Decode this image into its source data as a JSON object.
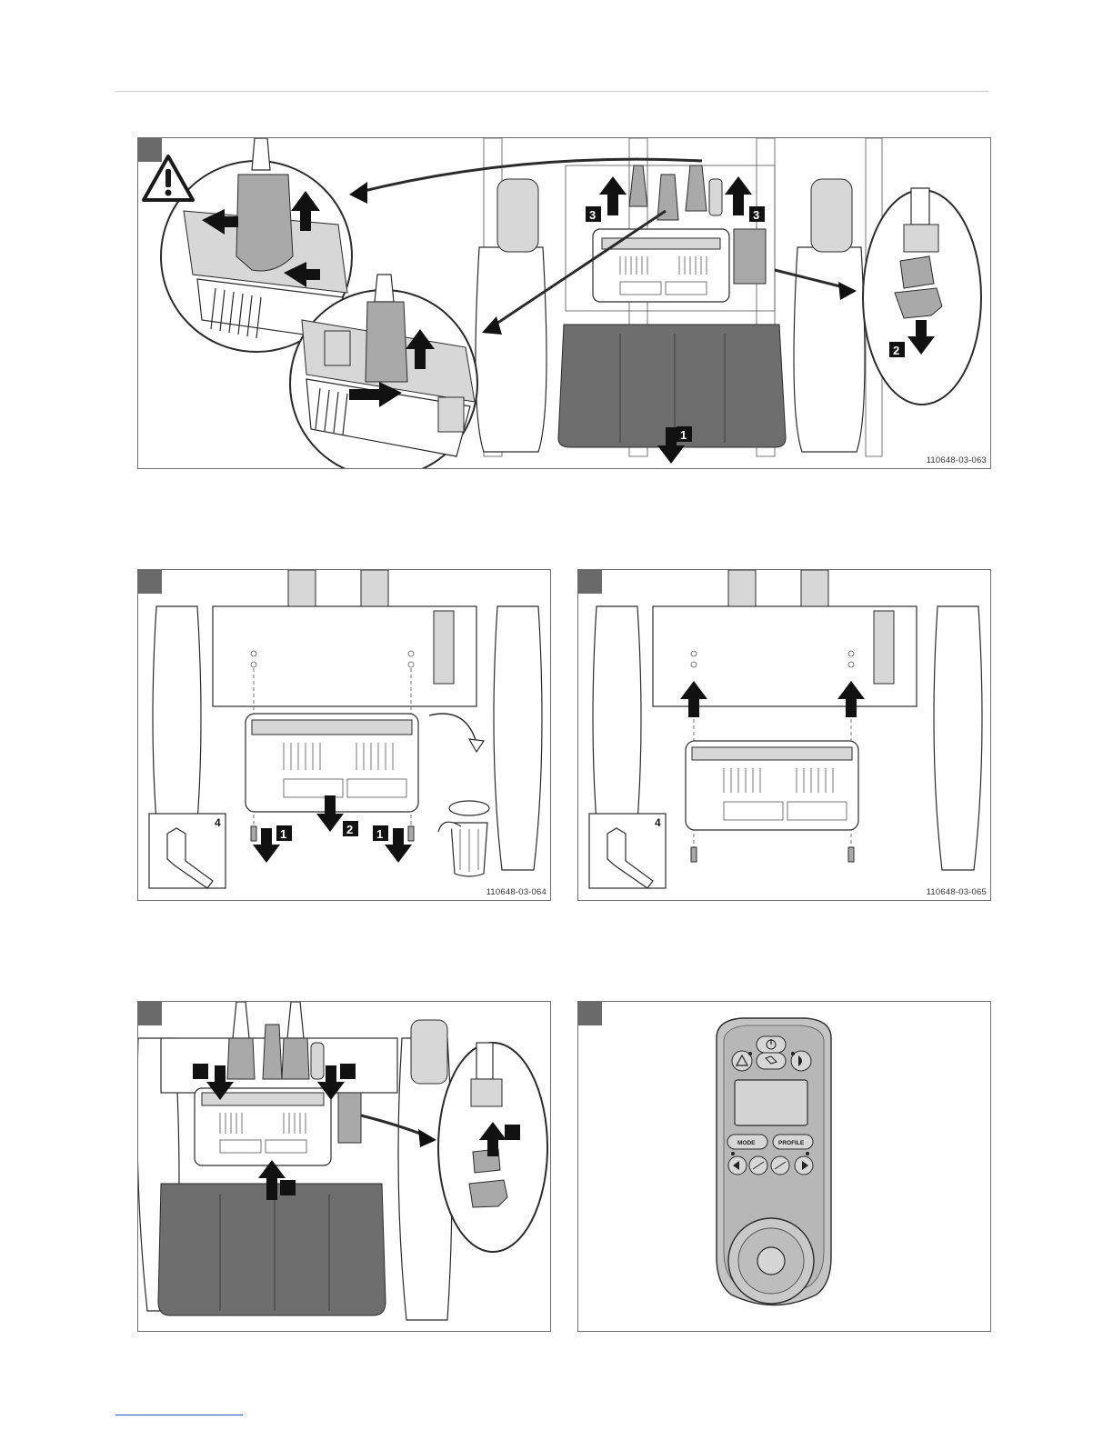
{
  "page": {
    "accent_tab_color": "#6a6a6a",
    "footer_link_color": "#2a4ad0"
  },
  "figures": [
    {
      "id": "fig-1",
      "image_code": "110648-03-063",
      "step_labels": [
        "3",
        "3",
        "2",
        "1"
      ],
      "icons": [
        "warning-icon"
      ]
    },
    {
      "id": "fig-2",
      "image_code": "110648-03-064",
      "step_labels": [
        "1",
        "2",
        "1"
      ],
      "tool_size": "4",
      "icons": [
        "hex-key-icon",
        "waste-bin-icon"
      ]
    },
    {
      "id": "fig-3",
      "image_code": "110648-03-065",
      "tool_size": "4",
      "icons": [
        "hex-key-icon"
      ]
    },
    {
      "id": "fig-4",
      "icons": [
        "connector-icon"
      ]
    },
    {
      "id": "fig-5",
      "buttons": [
        "MODE",
        "PROFILE"
      ],
      "icons": [
        "power-icon",
        "hazard-icon",
        "horn-icon",
        "light-icon",
        "left-indicator-icon",
        "right-indicator-icon",
        "joystick-icon"
      ]
    }
  ]
}
